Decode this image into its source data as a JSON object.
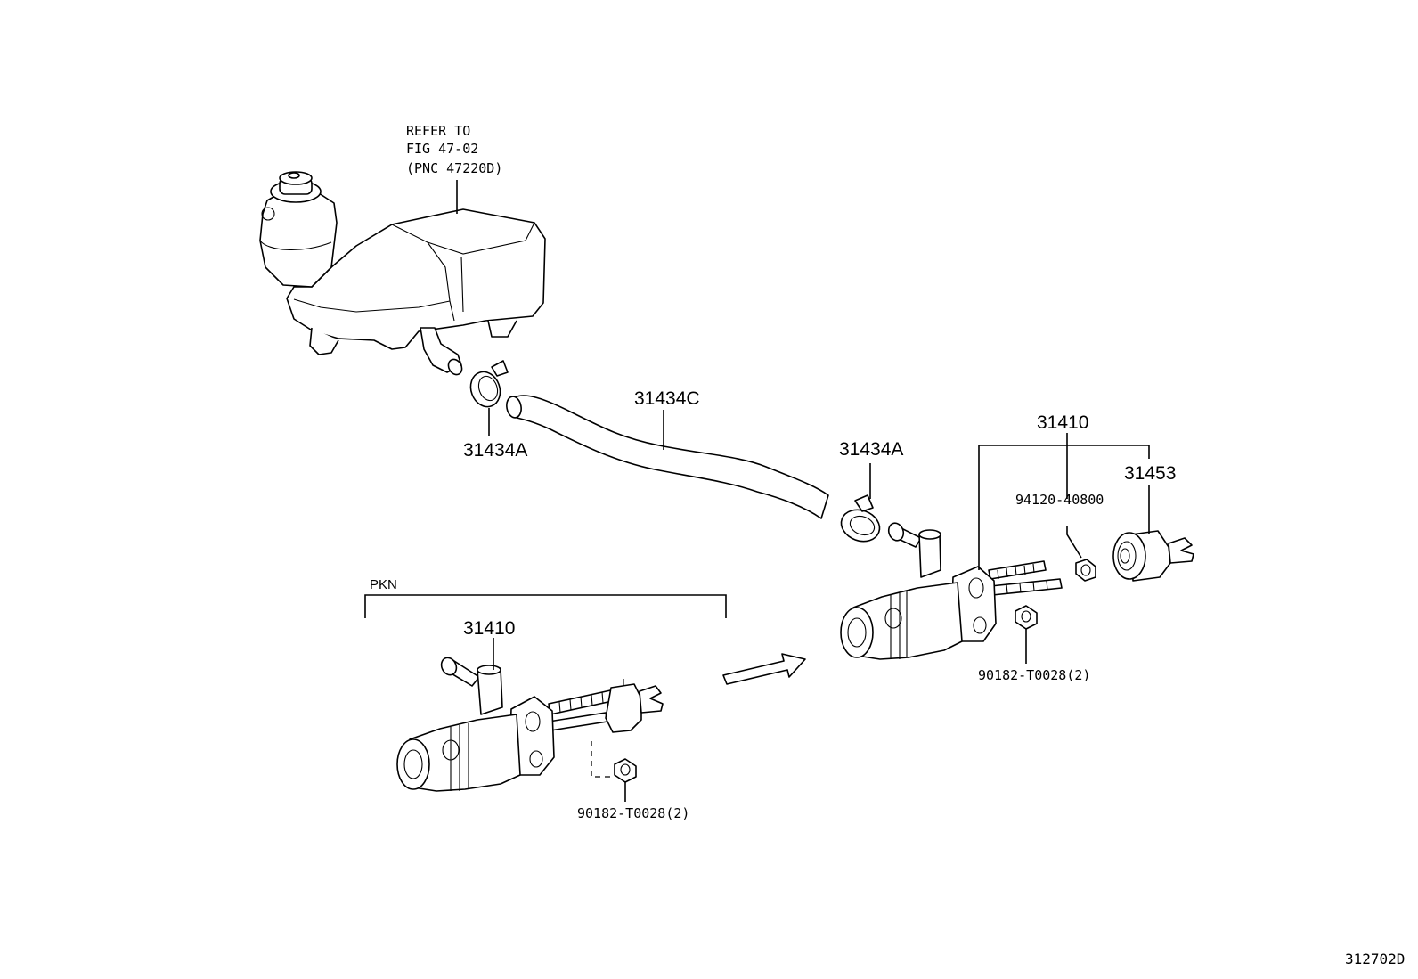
{
  "reference_note": {
    "line1": "REFER TO",
    "line2": "FIG 47-02",
    "line3": "(PNC 47220D)"
  },
  "part_numbers": {
    "clamp_upper": "31434A",
    "hose": "31434C",
    "clamp_lower": "31434A",
    "master_cylinder": "31410",
    "nut_part": "94120-40800",
    "clevis": "31453",
    "nut_main": "90182-T0028(2)",
    "pkn_cylinder": "31410",
    "pkn_nut": "90182-T0028(2)"
  },
  "variant": {
    "label": "PKN"
  },
  "figure_id": "312702D"
}
